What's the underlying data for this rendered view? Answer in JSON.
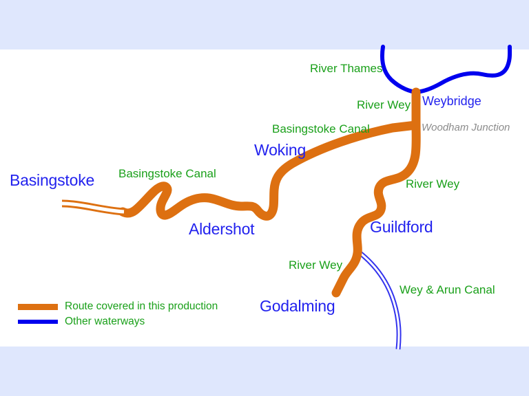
{
  "slide": {
    "background": "#ffffff",
    "band_color": "#dfe7fd"
  },
  "colors": {
    "route_orange": "#dd7011",
    "other_waterway_blue": "#0000ee",
    "town_label_blue": "#2222ee",
    "waterway_label_green": "#1aa01a",
    "junction_label_grey": "#8b8b8b"
  },
  "towns": [
    {
      "name": "Basingstoke",
      "label": "Basingstoke"
    },
    {
      "name": "Aldershot",
      "label": "Aldershot"
    },
    {
      "name": "Woking",
      "label": "Woking"
    },
    {
      "name": "Weybridge",
      "label": "Weybridge"
    },
    {
      "name": "Guildford",
      "label": "Guildford"
    },
    {
      "name": "Godalming",
      "label": "Godalming"
    }
  ],
  "waterway_labels": [
    {
      "name": "basingstoke-canal-west",
      "label": "Basingstoke Canal"
    },
    {
      "name": "basingstoke-canal-east",
      "label": "Basingstoke Canal"
    },
    {
      "name": "river-thames",
      "label": "River Thames"
    },
    {
      "name": "river-wey-north",
      "label": "River Wey"
    },
    {
      "name": "river-wey-middle",
      "label": "River Wey"
    },
    {
      "name": "river-wey-south",
      "label": "River Wey"
    },
    {
      "name": "wey-and-arun-canal",
      "label": "Wey & Arun Canal"
    }
  ],
  "junction_labels": [
    {
      "name": "woodham-junction",
      "label": "Woodham Junction"
    }
  ],
  "legend": {
    "items": [
      {
        "key": "route",
        "label": "Route covered in this production",
        "color": "#dd7011"
      },
      {
        "key": "other",
        "label": "Other waterways",
        "color": "#0000ee"
      }
    ]
  }
}
